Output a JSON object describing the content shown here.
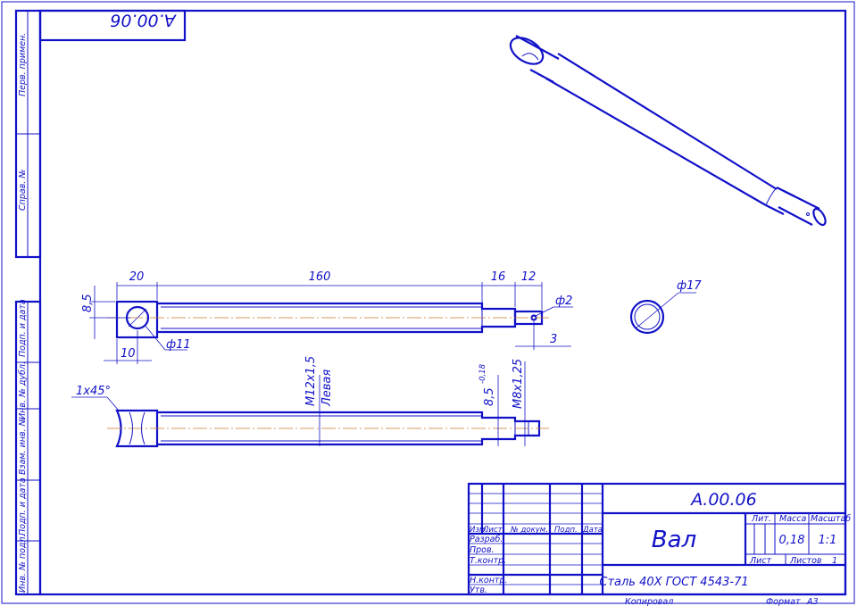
{
  "designation": "А.00.06",
  "designation_rotated": "А.00.06",
  "part_name": "Вал",
  "material": "Сталь 40Х  ГОСТ 4543-71",
  "mass": "0,18",
  "scale": "1:1",
  "sheets": "1",
  "format": "А3",
  "copied": "Копировал",
  "headers": {
    "lit": "Лит.",
    "mass": "Масса",
    "scale": "Масштаб",
    "sheet": "Лист",
    "sheets": "Листов",
    "format": "Формат"
  },
  "column_headers": [
    "Изм.",
    "Лист",
    "№ докум.",
    "Подп.",
    "Дата"
  ],
  "row_labels": [
    "Разраб.",
    "Пров.",
    "Т.контр.",
    "Н.контр.",
    "Утв."
  ],
  "side_labels": [
    "Инв. № подл.",
    "Подп. и дата",
    "Взам. инв. №",
    "Инв. № дубл.",
    "Подп. и дата",
    "Справ. №",
    "Перв. примен."
  ],
  "dimensions": {
    "d20": "20",
    "d160": "160",
    "d16": "16",
    "d12": "12",
    "d85": "8,5",
    "d10": "10",
    "d11": "ф11",
    "d2": "ф2",
    "d3": "3",
    "d17": "ф17",
    "chamfer": "1х45°",
    "thread1": "М12х1,5",
    "thread1_note": "Левая",
    "d85_tol": "8,5",
    "tol": "-0,18",
    "thread2": "М8х1,25"
  }
}
